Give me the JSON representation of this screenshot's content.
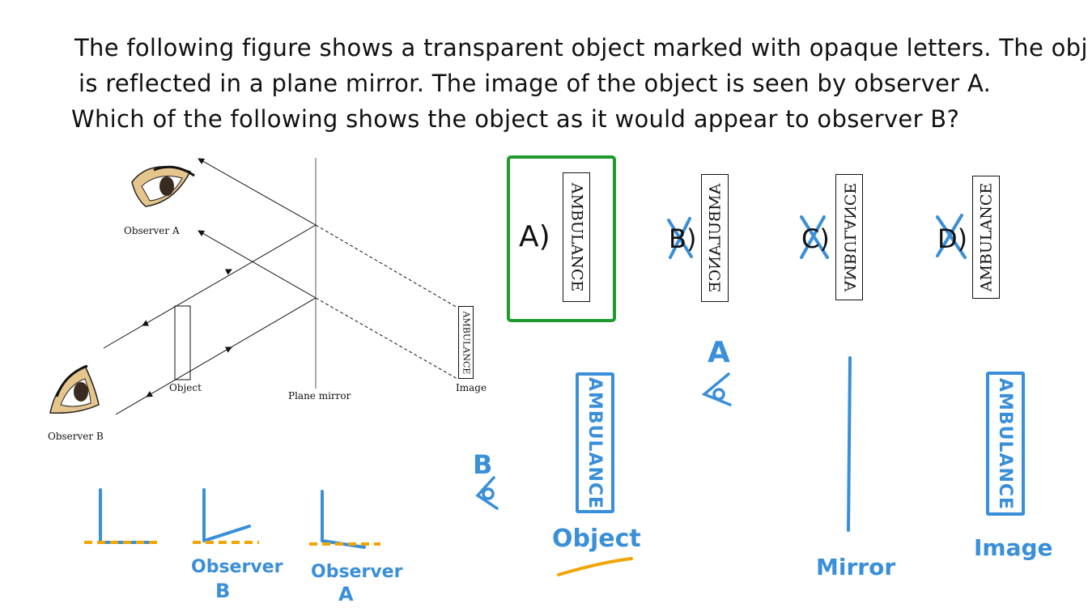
{
  "question": {
    "line1": "The following figure shows a transparent object marked with opaque letters. The object",
    "line2": "is reflected in a plane mirror. The image of the object is seen by observer A.",
    "line3": "Which of the following shows the object as it would appear to observer B?"
  },
  "figure": {
    "observer_a_label": "Observer A",
    "observer_b_label": "Observer B",
    "object_label": "Object",
    "mirror_label": "Plane mirror",
    "image_label": "Image",
    "image_box_text": "AMBULANCE"
  },
  "options": [
    {
      "letter": "A)",
      "text": "AMBULANCE",
      "selected": true
    },
    {
      "letter": "B)",
      "text": "AMBULANCE",
      "crossed": true
    },
    {
      "letter": "C)",
      "text": "AMBULANCE",
      "crossed": true
    },
    {
      "letter": "D)",
      "text": "AMBULANCE",
      "crossed": true
    }
  ],
  "annotations": {
    "observer_a": "A",
    "observer_b": "B",
    "object_text": "AMBULANCE",
    "image_text": "AMBULANCE",
    "object_label": "Object",
    "mirror_label": "Mirror",
    "image_label": "Image",
    "sketch_b_label_1": "Observer",
    "sketch_b_label_2": "B",
    "sketch_a_label_1": "Observer",
    "sketch_a_label_2": "A"
  },
  "colors": {
    "annotation_blue": "#3a8fd9",
    "answer_green": "#1f9a2e",
    "underline_orange": "#f0a500"
  }
}
